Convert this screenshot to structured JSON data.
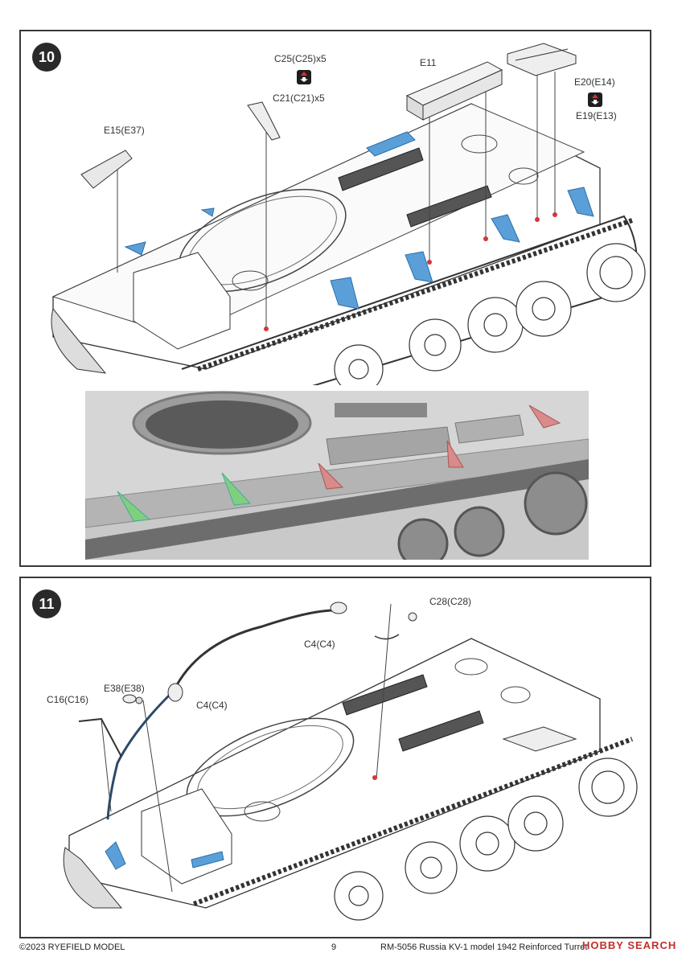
{
  "footer": {
    "copyright": "©2023 RYEFIELD MODEL",
    "page_number": "9",
    "product": "RM-5056 Russia KV-1 model 1942 Reinforced Turret",
    "watermark": "HOBBY SEARCH"
  },
  "step10": {
    "number": "10",
    "labels": {
      "c25": "C25(C25)x5",
      "c21": "C21(C21)x5",
      "e11": "E11",
      "e20": "E20(E14)",
      "e19": "E19(E13)",
      "e15": "E15(E37)"
    }
  },
  "step11": {
    "number": "11",
    "labels": {
      "c28": "C28(C28)",
      "c4a": "C4(C4)",
      "c4b": "C4(C4)",
      "e38": "E38(E38)",
      "c16": "C16(C16)"
    }
  },
  "colors": {
    "highlight_blue": "#5b9fd8",
    "highlight_red": "#d98a8a",
    "highlight_green": "#7fcf7f",
    "marker_red": "#d9343a"
  }
}
